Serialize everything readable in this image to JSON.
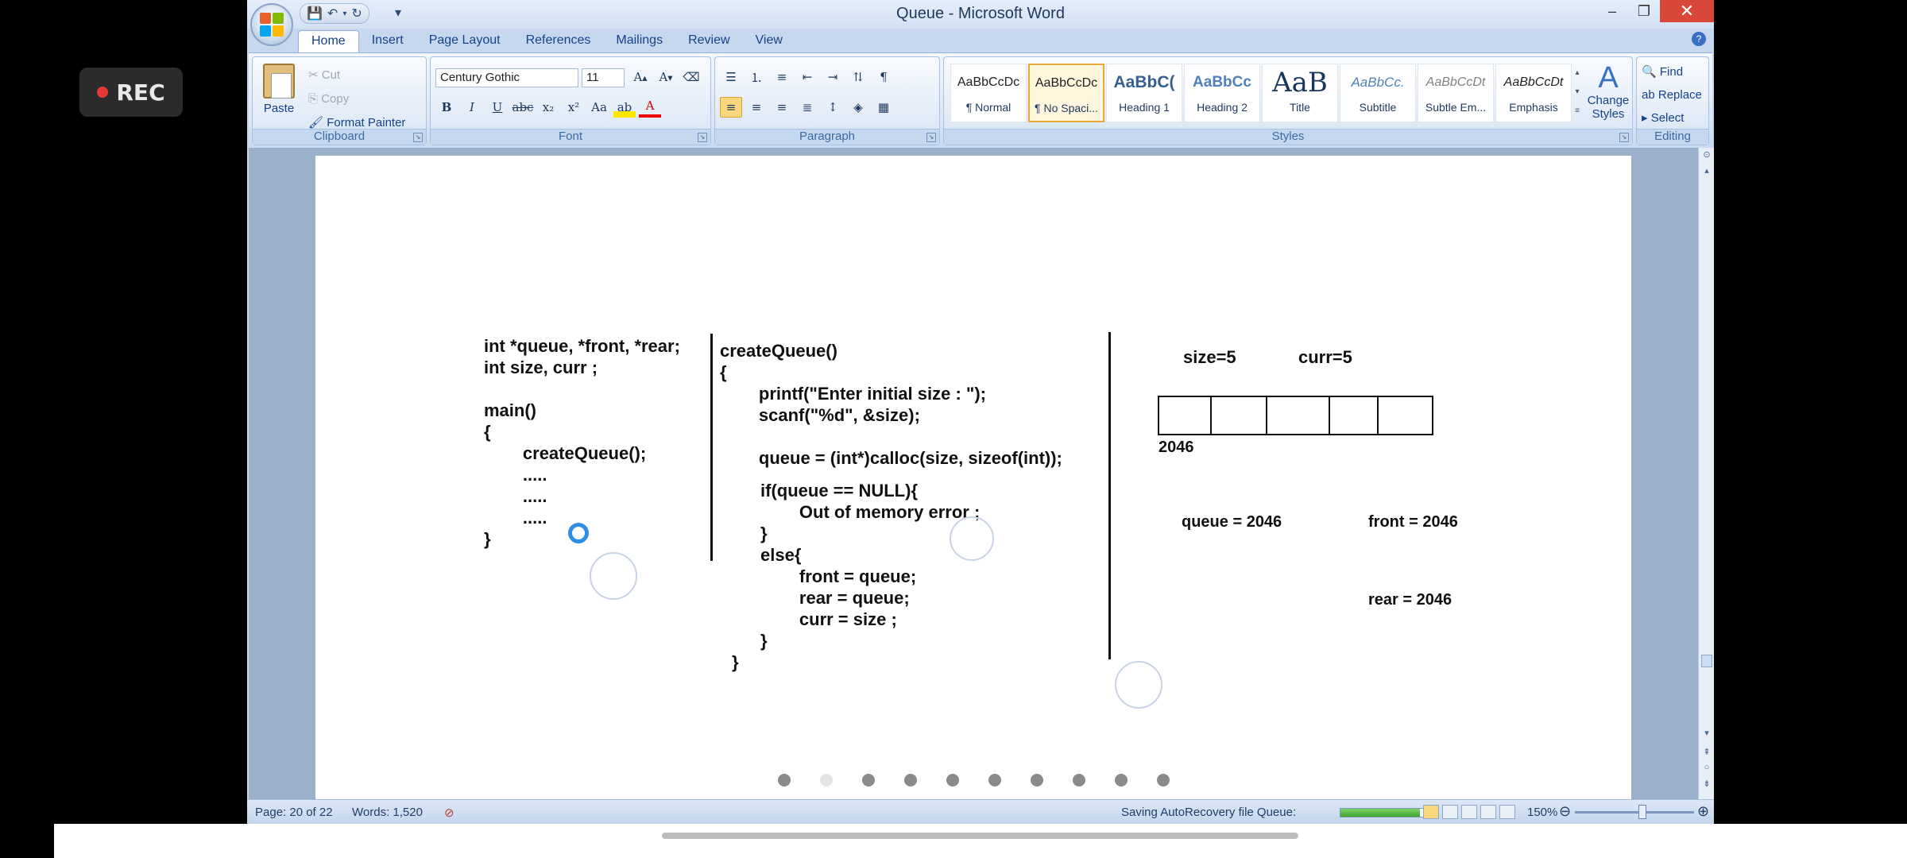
{
  "recording": {
    "label": "REC"
  },
  "window": {
    "title": "Queue - Microsoft Word",
    "close_symbol": "✕",
    "minimize_symbol": "–",
    "restore_symbol": "❐"
  },
  "tabs": [
    "Home",
    "Insert",
    "Page Layout",
    "References",
    "Mailings",
    "Review",
    "View"
  ],
  "ribbon": {
    "clipboard": {
      "paste": "Paste",
      "cut": "Cut",
      "copy": "Copy",
      "format_painter": "Format Painter",
      "label": "Clipboard"
    },
    "font": {
      "name": "Century Gothic",
      "size": "11",
      "label": "Font"
    },
    "paragraph": {
      "label": "Paragraph"
    },
    "styles": {
      "label": "Styles",
      "items": [
        {
          "preview": "AaBbCcDc",
          "name": "¶ Normal"
        },
        {
          "preview": "AaBbCcDc",
          "name": "¶ No Spaci..."
        },
        {
          "preview": "AaBbC(",
          "name": "Heading 1"
        },
        {
          "preview": "AaBbCc",
          "name": "Heading 2"
        },
        {
          "preview": "AaB",
          "name": "Title"
        },
        {
          "preview": "AaBbCc.",
          "name": "Subtitle"
        },
        {
          "preview": "AaBbCcDt",
          "name": "Subtle Em..."
        },
        {
          "preview": "AaBbCcDt",
          "name": "Emphasis"
        }
      ],
      "change_styles": "Change Styles"
    },
    "editing": {
      "label": "Editing",
      "find": "Find",
      "replace": "Replace",
      "select": "Select"
    }
  },
  "document": {
    "col1": "int *queue, *front, *rear;\nint size, curr ;\n\nmain()\n{\n        createQueue();\n        .....\n        .....\n        .....\n}",
    "col2": "createQueue()\n{\n        printf(\"Enter initial size : \");\n        scanf(\"%d\", &size);\n\n        queue = (int*)calloc(size, sizeof(int));",
    "col2b": "if(queue == NULL){\n        Out of memory error ;\n}\nelse{\n        front = queue;\n        rear = queue;\n        curr = size ;\n}",
    "col2c": "}",
    "size_label": "size=5",
    "curr_label": "curr=5",
    "addr_label": "2046",
    "queue_label": "queue = 2046",
    "front_label": "front = 2046",
    "rear_label": "rear = 2046",
    "array_cells": 5,
    "slide_count": 10,
    "current_slide": 2
  },
  "status": {
    "page": "Page: 20 of 22",
    "words": "Words: 1,520",
    "saving": "Saving AutoRecovery file Queue:",
    "save_progress": 0.85,
    "zoom": "150%"
  },
  "colors": {
    "accent": "#15428b",
    "rec_dot": "#e53935",
    "cursor": "#2f8de4"
  }
}
